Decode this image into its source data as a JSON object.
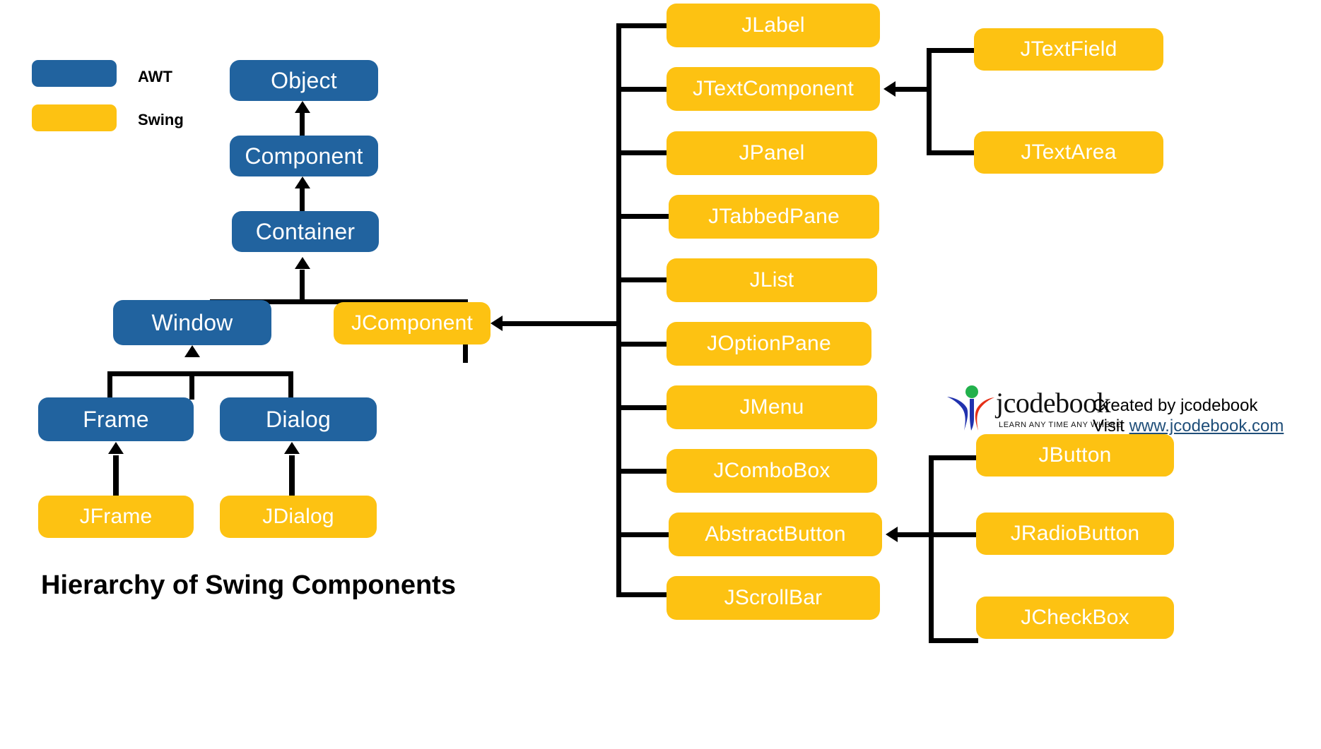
{
  "title": "Hierarchy of Swing Components",
  "colors": {
    "awt": "#21639F",
    "swing": "#FDC212",
    "connector": "#000000",
    "background": "#FFFFFF",
    "link": "#1F4E79"
  },
  "legend": {
    "items": [
      {
        "label": "AWT",
        "color_key": "awt"
      },
      {
        "label": "Swing",
        "color_key": "swing"
      }
    ]
  },
  "nodes": {
    "object": "Object",
    "component": "Component",
    "container": "Container",
    "window": "Window",
    "jcomponent": "JComponent",
    "frame": "Frame",
    "dialog": "Dialog",
    "jframe": "JFrame",
    "jdialog": "JDialog",
    "jlabel": "JLabel",
    "jtextcomponent": "JTextComponent",
    "jpanel": "JPanel",
    "jtabbedpane": "JTabbedPane",
    "jlist": "JList",
    "joptionpane": "JOptionPane",
    "jmenu": "JMenu",
    "jcombobox": "JComboBox",
    "abstractbutton": "AbstractButton",
    "jscrollbar": "JScrollBar",
    "jtextfield": "JTextField",
    "jtextarea": "JTextArea",
    "jbutton": "JButton",
    "jradiobutton": "JRadioButton",
    "jcheckbox": "JCheckBox"
  },
  "credit": {
    "line1": "Created by jcodebook",
    "line2_prefix": "Visit ",
    "url": "www.jcodebook.com",
    "logo_wordmark": "jcodebook",
    "logo_tagline": "LEARN ANY TIME ANY WHERE"
  },
  "chart_data": {
    "type": "diagram",
    "title": "Hierarchy of Swing Components",
    "legend": [
      "AWT",
      "Swing"
    ],
    "nodes": [
      {
        "id": "Object",
        "group": "AWT"
      },
      {
        "id": "Component",
        "group": "AWT"
      },
      {
        "id": "Container",
        "group": "AWT"
      },
      {
        "id": "Window",
        "group": "AWT"
      },
      {
        "id": "JComponent",
        "group": "Swing"
      },
      {
        "id": "Frame",
        "group": "AWT"
      },
      {
        "id": "Dialog",
        "group": "AWT"
      },
      {
        "id": "JFrame",
        "group": "Swing"
      },
      {
        "id": "JDialog",
        "group": "Swing"
      },
      {
        "id": "JLabel",
        "group": "Swing"
      },
      {
        "id": "JTextComponent",
        "group": "Swing"
      },
      {
        "id": "JPanel",
        "group": "Swing"
      },
      {
        "id": "JTabbedPane",
        "group": "Swing"
      },
      {
        "id": "JList",
        "group": "Swing"
      },
      {
        "id": "JOptionPane",
        "group": "Swing"
      },
      {
        "id": "JMenu",
        "group": "Swing"
      },
      {
        "id": "JComboBox",
        "group": "Swing"
      },
      {
        "id": "AbstractButton",
        "group": "Swing"
      },
      {
        "id": "JScrollBar",
        "group": "Swing"
      },
      {
        "id": "JTextField",
        "group": "Swing"
      },
      {
        "id": "JTextArea",
        "group": "Swing"
      },
      {
        "id": "JButton",
        "group": "Swing"
      },
      {
        "id": "JRadioButton",
        "group": "Swing"
      },
      {
        "id": "JCheckBox",
        "group": "Swing"
      }
    ],
    "edges": [
      {
        "from": "Component",
        "to": "Object"
      },
      {
        "from": "Container",
        "to": "Component"
      },
      {
        "from": "Window",
        "to": "Container"
      },
      {
        "from": "JComponent",
        "to": "Container"
      },
      {
        "from": "Frame",
        "to": "Window"
      },
      {
        "from": "Dialog",
        "to": "Window"
      },
      {
        "from": "JFrame",
        "to": "Frame"
      },
      {
        "from": "JDialog",
        "to": "Dialog"
      },
      {
        "from": "JLabel",
        "to": "JComponent"
      },
      {
        "from": "JTextComponent",
        "to": "JComponent"
      },
      {
        "from": "JPanel",
        "to": "JComponent"
      },
      {
        "from": "JTabbedPane",
        "to": "JComponent"
      },
      {
        "from": "JList",
        "to": "JComponent"
      },
      {
        "from": "JOptionPane",
        "to": "JComponent"
      },
      {
        "from": "JMenu",
        "to": "JComponent"
      },
      {
        "from": "JComboBox",
        "to": "JComponent"
      },
      {
        "from": "AbstractButton",
        "to": "JComponent"
      },
      {
        "from": "JScrollBar",
        "to": "JComponent"
      },
      {
        "from": "JTextField",
        "to": "JTextComponent"
      },
      {
        "from": "JTextArea",
        "to": "JTextComponent"
      },
      {
        "from": "JButton",
        "to": "AbstractButton"
      },
      {
        "from": "JRadioButton",
        "to": "AbstractButton"
      },
      {
        "from": "JCheckBox",
        "to": "AbstractButton"
      }
    ]
  }
}
